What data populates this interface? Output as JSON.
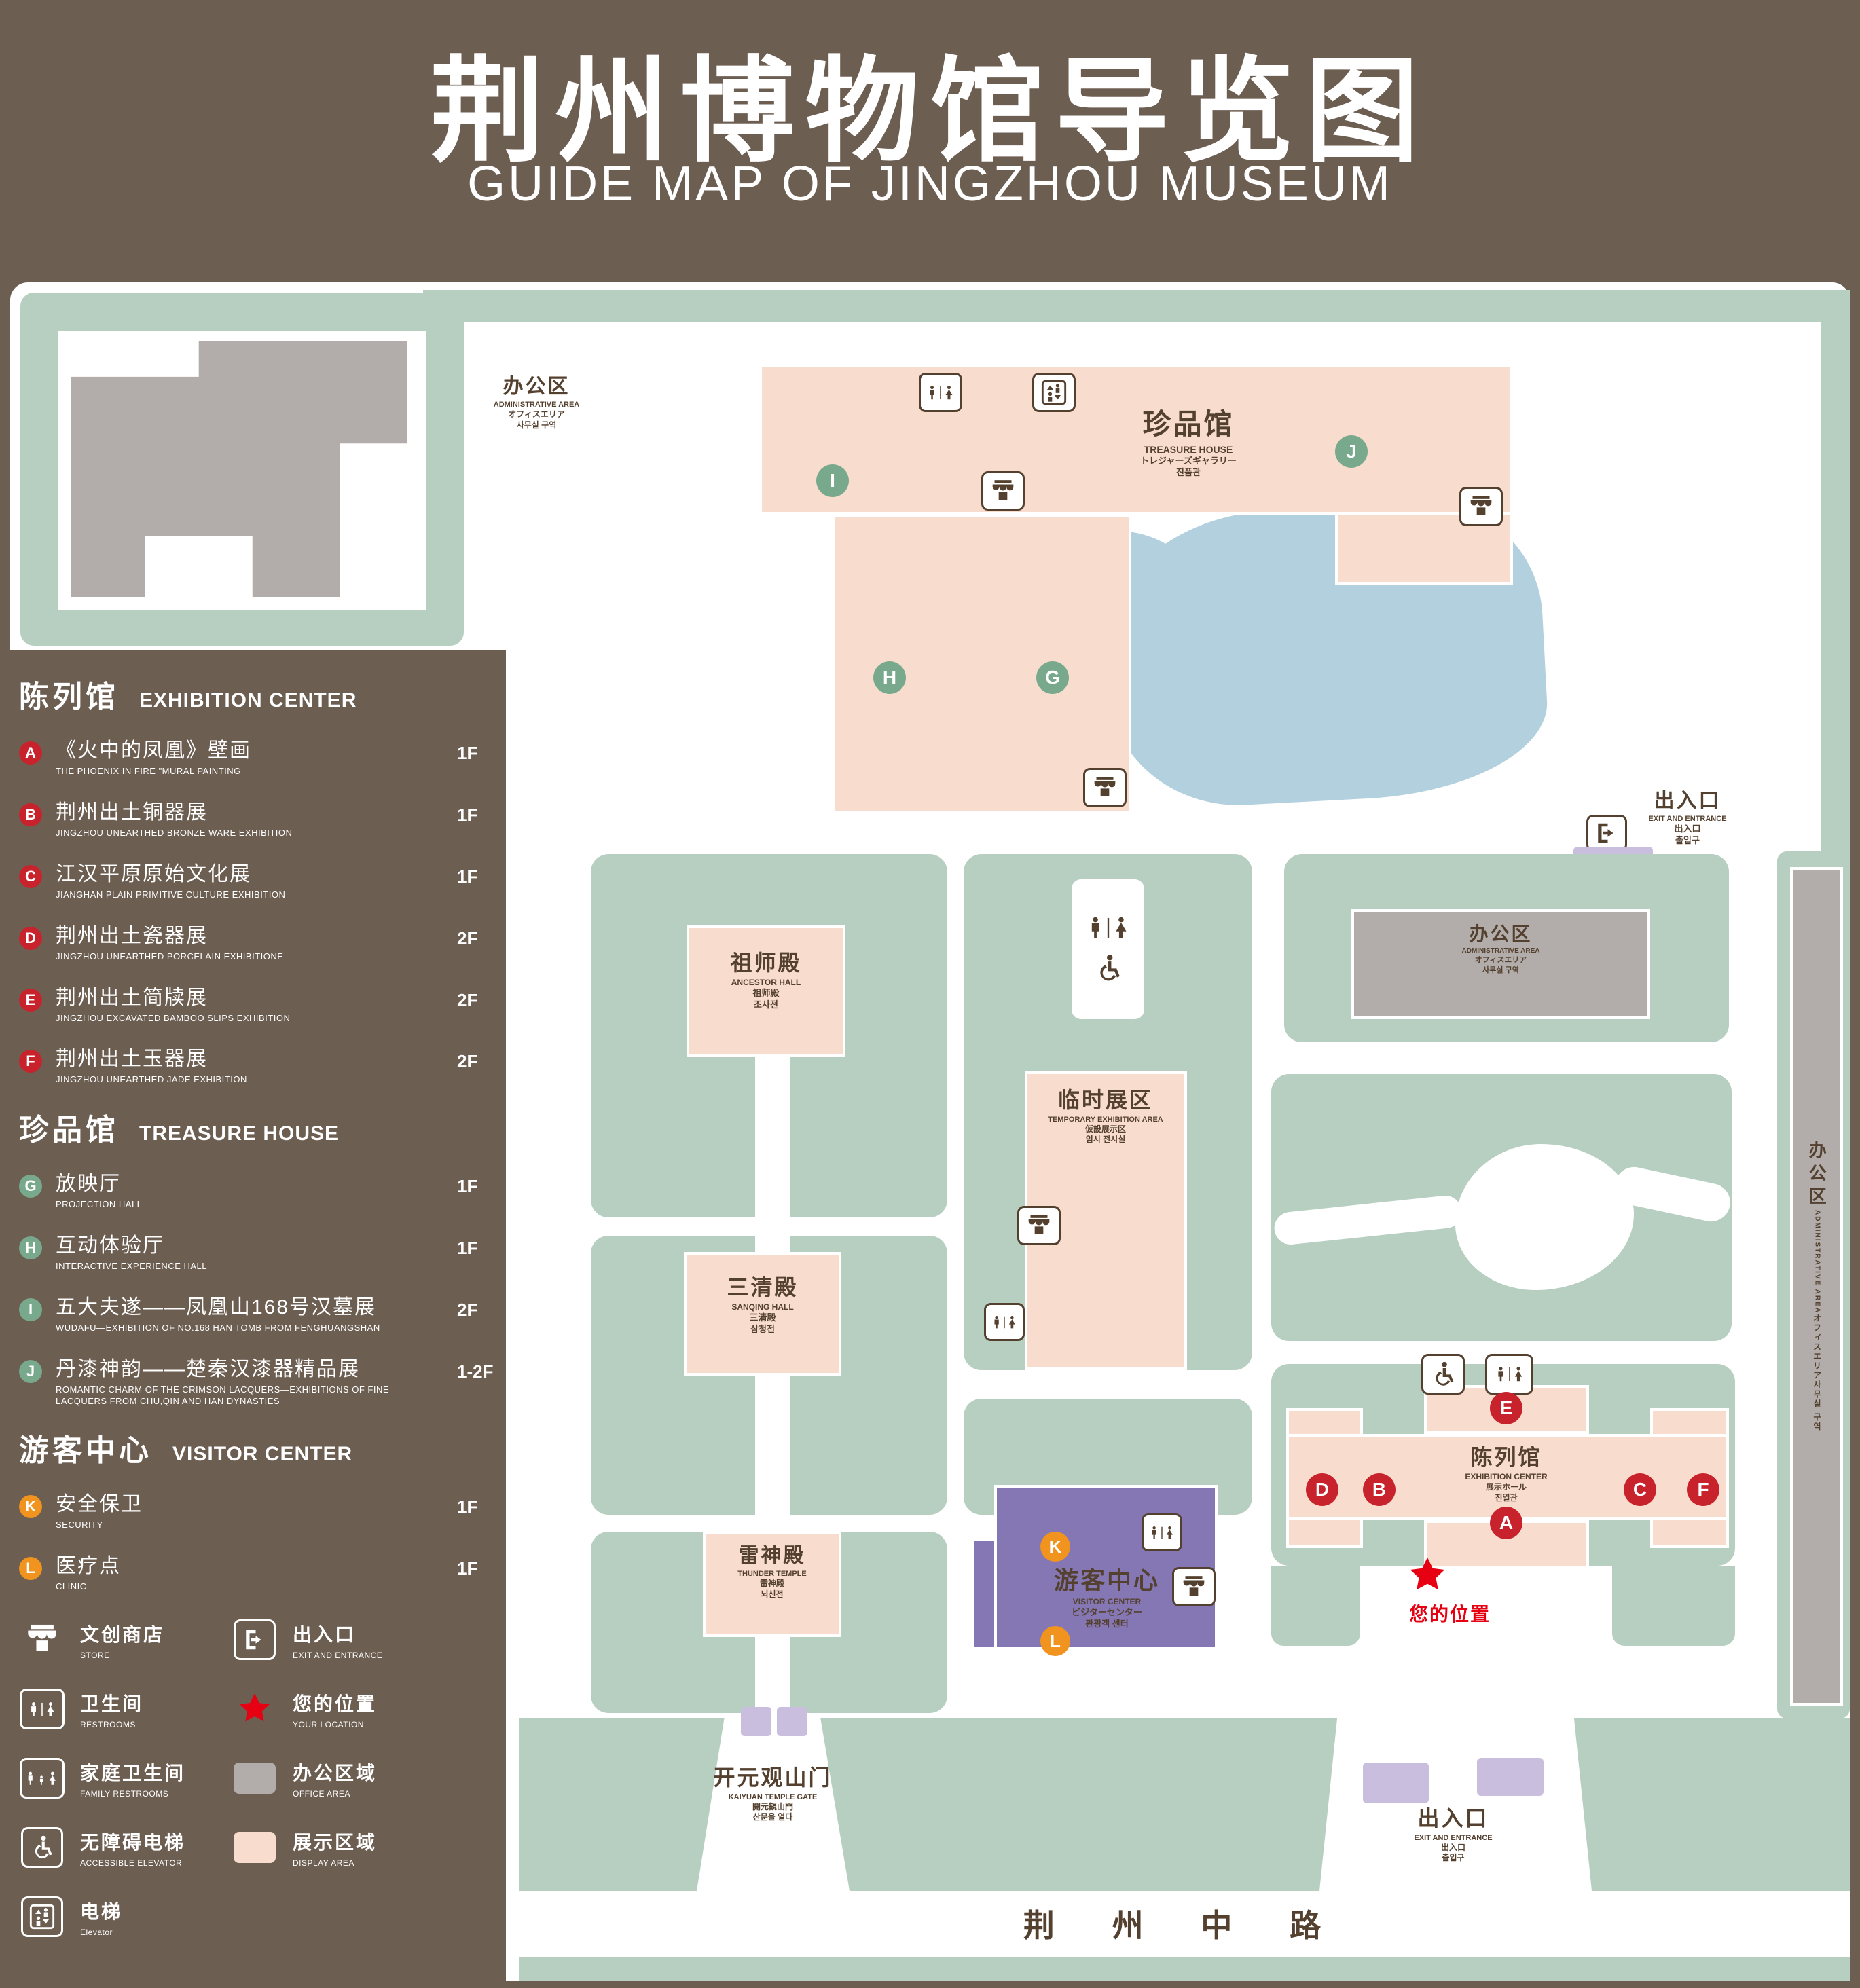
{
  "header": {
    "title_zh": "荆州博物馆导览图",
    "title_en": "GUIDE MAP OF JINGZHOU MUSEUM"
  },
  "colors": {
    "background_brown": "#6d5e52",
    "map_white": "#ffffff",
    "lawn_green": "#b7cfc1",
    "display_pink": "#f8dccd",
    "office_gray": "#b2adaa",
    "pond_blue": "#b3d0de",
    "visitor_purple": "#8577b3",
    "entrance_light_purple": "#c9bedd",
    "marker_red": "#c8232c",
    "marker_green": "#78a98c",
    "marker_orange": "#f0931f",
    "location_red": "#e60012",
    "icon_brown": "#54402e"
  },
  "sidebar": {
    "sections": [
      {
        "title_zh": "陈列馆",
        "title_en": "EXHIBITION CENTER",
        "items": [
          {
            "letter": "A",
            "zh": "《火中的凤凰》壁画",
            "en": "THE PHOENIX IN FIRE \"MURAL PAINTING",
            "floor": "1F"
          },
          {
            "letter": "B",
            "zh": "荆州出土铜器展",
            "en": "JINGZHOU UNEARTHED BRONZE WARE EXHIBITION",
            "floor": "1F"
          },
          {
            "letter": "C",
            "zh": "江汉平原原始文化展",
            "en": "JIANGHAN PLAIN PRIMITIVE CULTURE EXHIBITION",
            "floor": "1F"
          },
          {
            "letter": "D",
            "zh": "荆州出土瓷器展",
            "en": "JINGZHOU UNEARTHED PORCELAIN EXHIBITIONE",
            "floor": "2F"
          },
          {
            "letter": "E",
            "zh": "荆州出土简牍展",
            "en": "JINGZHOU EXCAVATED BAMBOO SLIPS EXHIBITION",
            "floor": "2F"
          },
          {
            "letter": "F",
            "zh": "荆州出土玉器展",
            "en": "JINGZHOU UNEARTHED JADE EXHIBITION",
            "floor": "2F"
          }
        ]
      },
      {
        "title_zh": "珍品馆",
        "title_en": "TREASURE HOUSE",
        "items": [
          {
            "letter": "G",
            "zh": "放映厅",
            "en": "PROJECTION HALL",
            "floor": "1F"
          },
          {
            "letter": "H",
            "zh": "互动体验厅",
            "en": "INTERACTIVE EXPERIENCE HALL",
            "floor": "1F"
          },
          {
            "letter": "I",
            "zh": "五大夫遂——凤凰山168号汉墓展",
            "en": "WUDAFU—EXHIBITION OF NO.168 HAN TOMB FROM FENGHUANGSHAN",
            "floor": "2F"
          },
          {
            "letter": "J",
            "zh": "丹漆神韵——楚秦汉漆器精品展",
            "en": "ROMANTIC CHARM OF THE CRIMSON LACQUERS—EXHIBITIONS OF FINE LACQUERS FROM CHU,QIN AND HAN DYNASTIES",
            "floor": "1-2F"
          }
        ]
      },
      {
        "title_zh": "游客中心",
        "title_en": "VISITOR CENTER",
        "items": [
          {
            "letter": "K",
            "zh": "安全保卫",
            "en": "SECURITY",
            "floor": "1F"
          },
          {
            "letter": "L",
            "zh": "医疗点",
            "en": "CLINIC",
            "floor": "1F"
          }
        ]
      }
    ],
    "legend": [
      {
        "icon": "store-icon",
        "zh": "文创商店",
        "en": "STORE"
      },
      {
        "icon": "exit-icon",
        "zh": "出入口",
        "en": "EXIT AND ENTRANCE"
      },
      {
        "icon": "restroom-icon",
        "zh": "卫生间",
        "en": "RESTROOMS"
      },
      {
        "icon": "location-star-icon",
        "zh": "您的位置",
        "en": "YOUR LOCATION"
      },
      {
        "icon": "family-restroom-icon",
        "zh": "家庭卫生间",
        "en": "FAMILY RESTROOMS"
      },
      {
        "icon": "office-area-swatch",
        "zh": "办公区域",
        "en": "OFFICE AREA"
      },
      {
        "icon": "accessible-elevator-icon",
        "zh": "无障碍电梯",
        "en": "ACCESSIBLE ELEVATOR"
      },
      {
        "icon": "display-area-swatch",
        "zh": "展示区域",
        "en": "DISPLAY AREA"
      },
      {
        "icon": "elevator-icon",
        "zh": "电梯",
        "en": "Elevator"
      }
    ]
  },
  "map": {
    "admin": {
      "zh": "办公区",
      "en": "ADMINISTRATIVE AREA",
      "ja": "オフィスエリア",
      "ko": "사무실 구역"
    },
    "treasure_house": {
      "zh": "珍品馆",
      "en": "TREASURE HOUSE",
      "ja": "トレジャーズギャラリー",
      "ko": "진품관"
    },
    "ancestor_hall": {
      "zh": "祖师殿",
      "en": "ANCESTOR HALL",
      "ja": "祖师殿",
      "ko": "조사전"
    },
    "temporary_exhibition": {
      "zh": "临时展区",
      "en": "TEMPORARY EXHIBITION AREA",
      "ja": "仮設展示区",
      "ko": "임시 전시실"
    },
    "sanqing_hall": {
      "zh": "三清殿",
      "en": "SANQING HALL",
      "ja": "三清殿",
      "ko": "삼청전"
    },
    "thunder_temple": {
      "zh": "雷神殿",
      "en": "THUNDER TEMPLE",
      "ja": "雷神殿",
      "ko": "뇌신전"
    },
    "exhibition_center": {
      "zh": "陈列馆",
      "en": "EXHIBITION CENTER",
      "ja": "展示ホール",
      "ko": "진열관"
    },
    "visitor_center": {
      "zh": "游客中心",
      "en": "VISITOR CENTER",
      "ja": "ビジターセンター",
      "ko": "관광객 센터"
    },
    "gate": {
      "zh": "开元观山门",
      "en": "KAIYUAN TEMPLE GATE",
      "ja": "開元観山門",
      "ko": "산문을 열다"
    },
    "exit": {
      "zh": "出入口",
      "en": "EXIT AND ENTRANCE",
      "ja": "出入口",
      "ko": "출입구"
    },
    "your_location": "您的位置",
    "road": "荆 州 中 路"
  }
}
